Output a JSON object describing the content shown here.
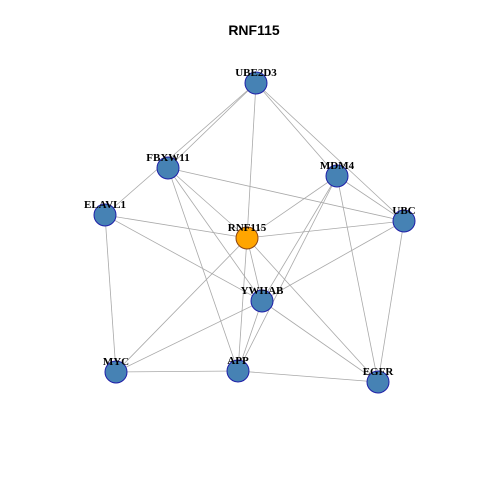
{
  "title": "RNF115",
  "colors": {
    "node": "#4682b4",
    "node_stroke": "#1f1fa8",
    "focus": "#ffa500",
    "focus_stroke": "#8b4513",
    "edge": "#a9a9a9"
  },
  "nodes": [
    {
      "id": "UBE2D3",
      "focus": false
    },
    {
      "id": "FBXW11",
      "focus": false
    },
    {
      "id": "MDM4",
      "focus": false
    },
    {
      "id": "ELAVL1",
      "focus": false
    },
    {
      "id": "RNF115",
      "focus": true
    },
    {
      "id": "UBC",
      "focus": false
    },
    {
      "id": "YWHAB",
      "focus": false
    },
    {
      "id": "MYC",
      "focus": false
    },
    {
      "id": "APP",
      "focus": false
    },
    {
      "id": "EGFR",
      "focus": false
    }
  ],
  "edges": [
    [
      "UBE2D3",
      "FBXW11"
    ],
    [
      "UBE2D3",
      "ELAVL1"
    ],
    [
      "UBE2D3",
      "RNF115"
    ],
    [
      "UBE2D3",
      "MDM4"
    ],
    [
      "UBE2D3",
      "UBC"
    ],
    [
      "FBXW11",
      "RNF115"
    ],
    [
      "FBXW11",
      "UBC"
    ],
    [
      "FBXW11",
      "YWHAB"
    ],
    [
      "FBXW11",
      "APP"
    ],
    [
      "ELAVL1",
      "RNF115"
    ],
    [
      "ELAVL1",
      "MYC"
    ],
    [
      "ELAVL1",
      "YWHAB"
    ],
    [
      "MDM4",
      "RNF115"
    ],
    [
      "MDM4",
      "UBC"
    ],
    [
      "MDM4",
      "YWHAB"
    ],
    [
      "MDM4",
      "APP"
    ],
    [
      "MDM4",
      "EGFR"
    ],
    [
      "RNF115",
      "UBC"
    ],
    [
      "RNF115",
      "MYC"
    ],
    [
      "RNF115",
      "APP"
    ],
    [
      "RNF115",
      "EGFR"
    ],
    [
      "RNF115",
      "YWHAB"
    ],
    [
      "UBC",
      "YWHAB"
    ],
    [
      "UBC",
      "EGFR"
    ],
    [
      "YWHAB",
      "MYC"
    ],
    [
      "YWHAB",
      "APP"
    ],
    [
      "YWHAB",
      "EGFR"
    ],
    [
      "MYC",
      "APP"
    ],
    [
      "APP",
      "EGFR"
    ]
  ]
}
